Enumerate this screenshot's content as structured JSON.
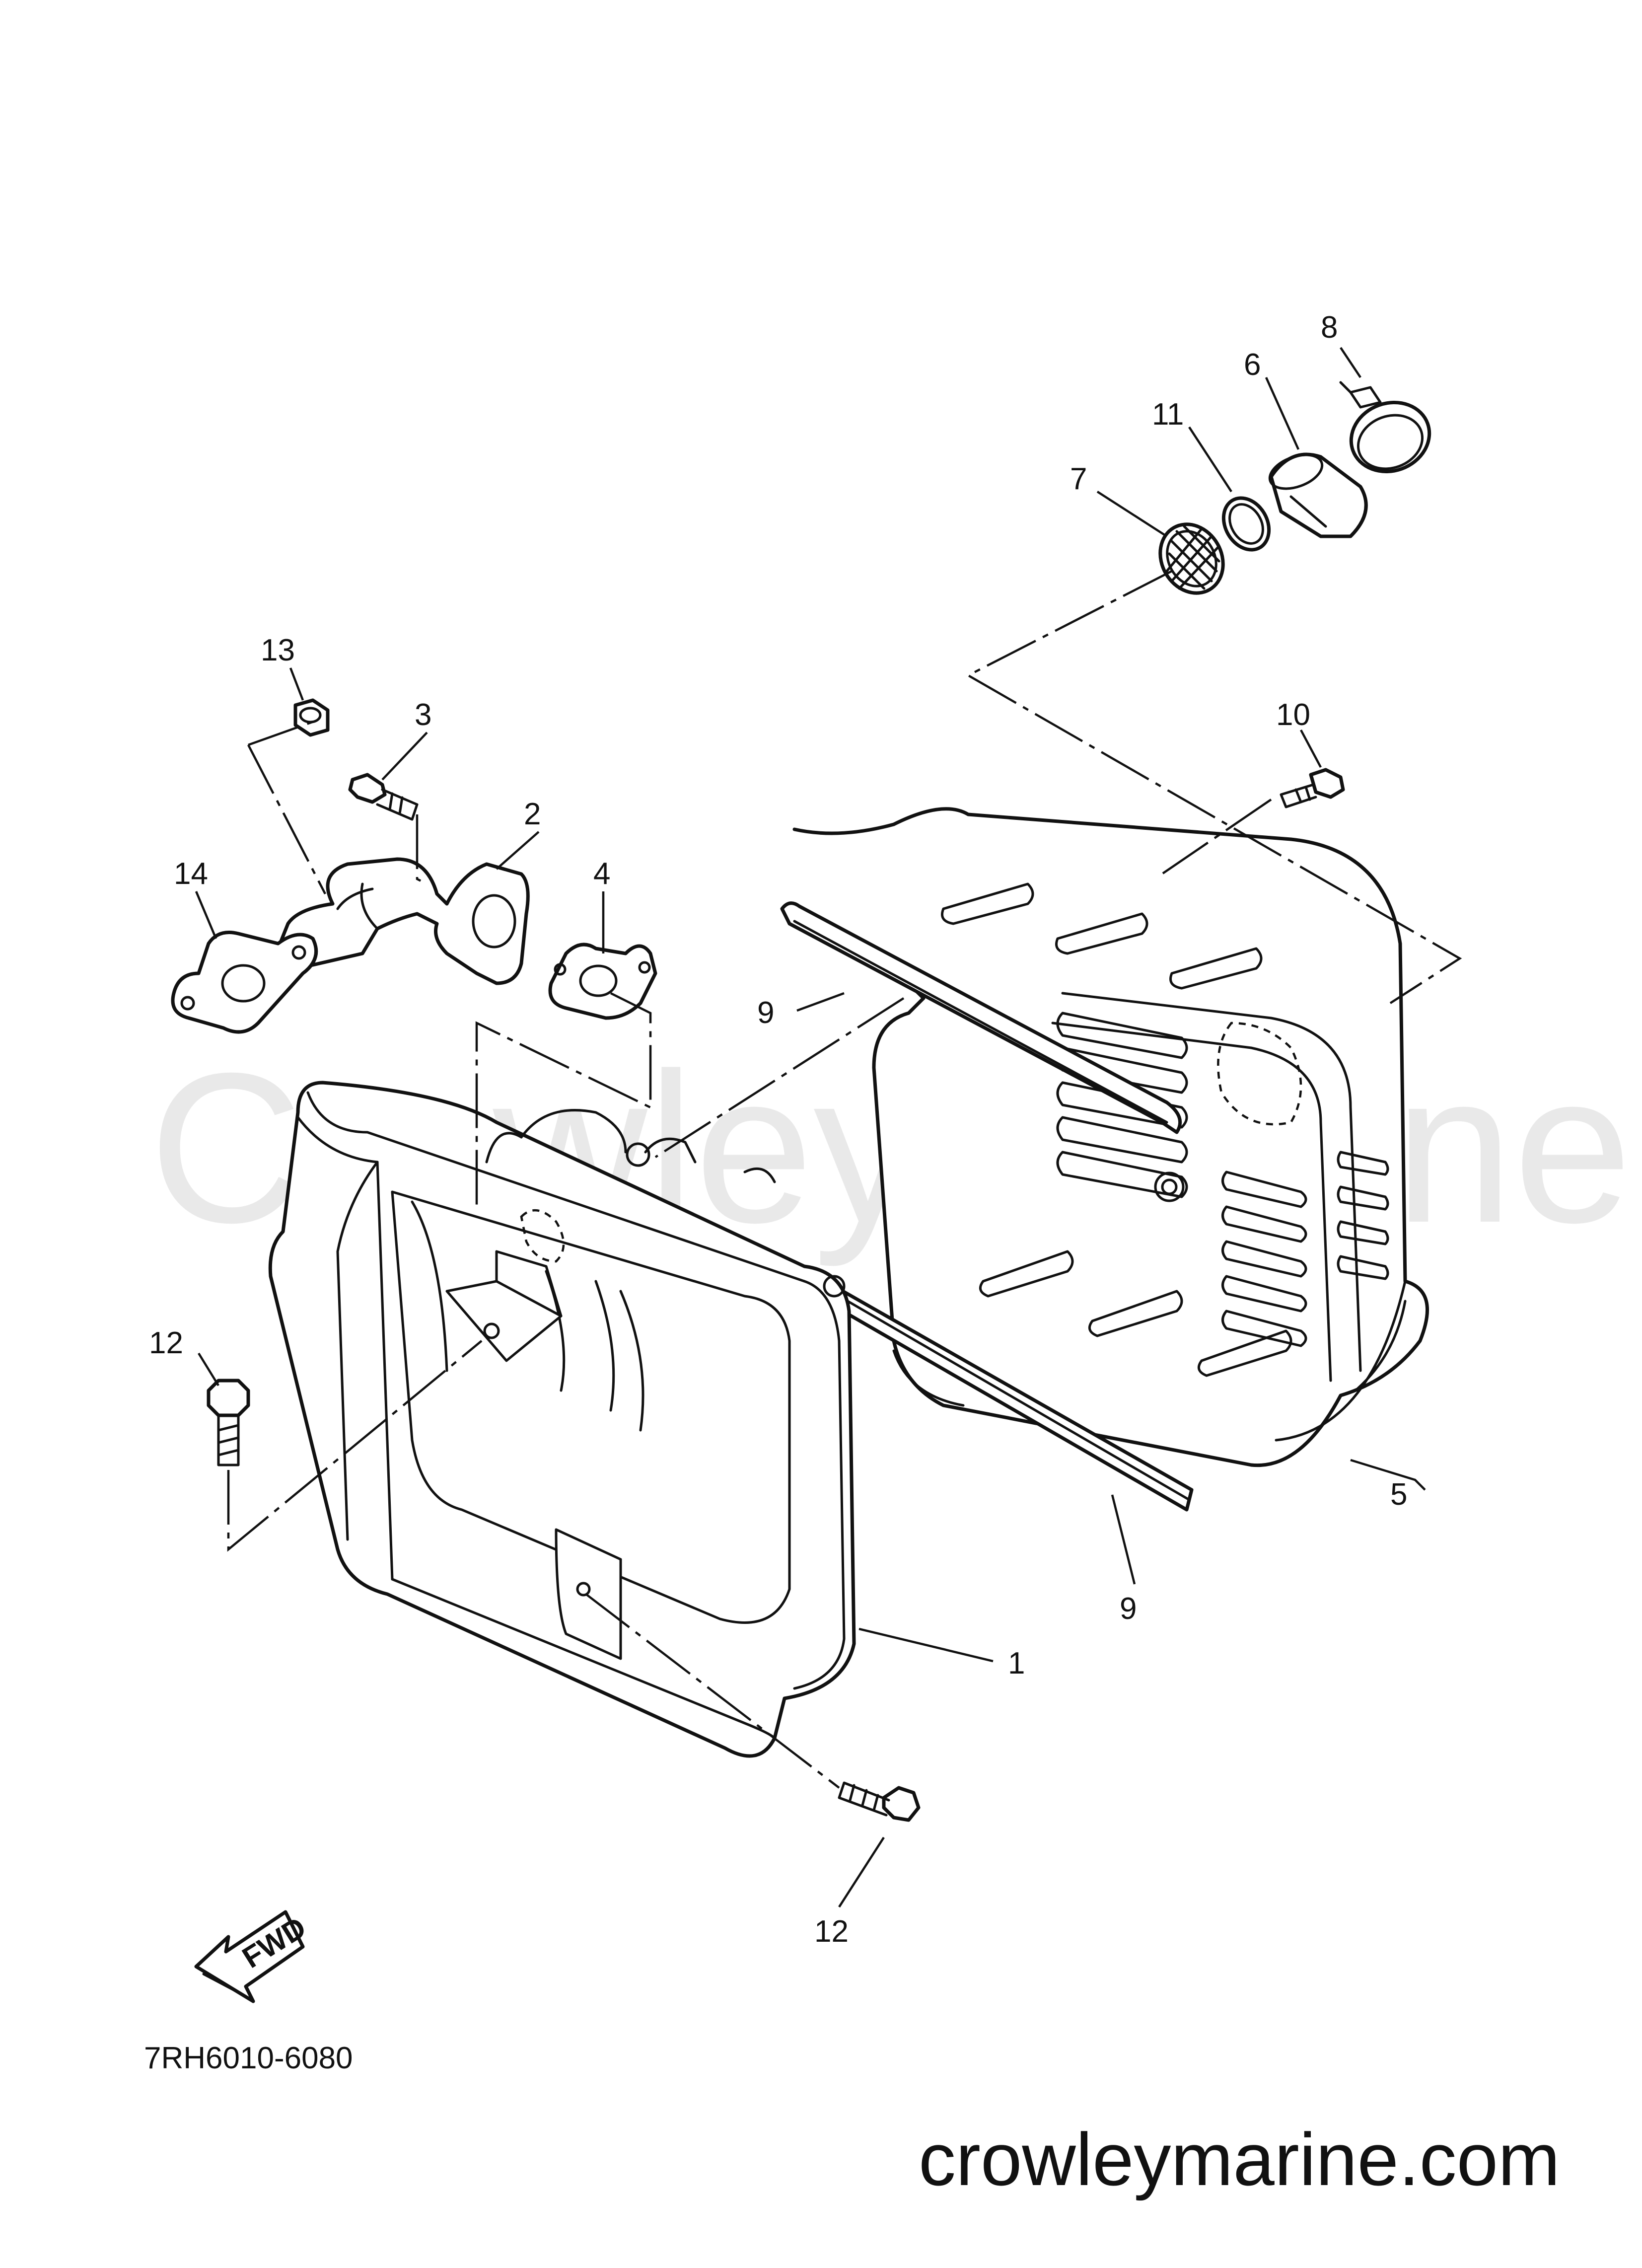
{
  "watermark": "Crowley Marine",
  "website": "crowleymarine.com",
  "diagram_code": "7RH6010-6080",
  "fwd_label": "FWD",
  "callouts": {
    "c1": "1",
    "c2": "2",
    "c3": "3",
    "c4": "4",
    "c5": "5",
    "c6": "6",
    "c7": "7",
    "c8": "8",
    "c9a": "9",
    "c9b": "9",
    "c10": "10",
    "c11": "11",
    "c12a": "12",
    "c12b": "12",
    "c13": "13",
    "c14": "14"
  }
}
